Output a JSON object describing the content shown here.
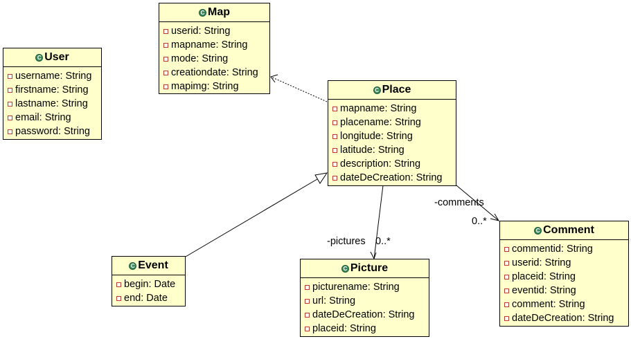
{
  "classes": {
    "map": {
      "name": "Map",
      "attributes": [
        "userid: String",
        "mapname: String",
        "mode: String",
        "creationdate: String",
        "mapimg: String"
      ]
    },
    "user": {
      "name": "User",
      "attributes": [
        "username: String",
        "firstname: String",
        "lastname: String",
        "email: String",
        "password: String"
      ]
    },
    "place": {
      "name": "Place",
      "attributes": [
        "mapname: String",
        "placename: String",
        "longitude: String",
        "latitude: String",
        "description: String",
        "dateDeCreation: String"
      ]
    },
    "event": {
      "name": "Event",
      "attributes": [
        "begin: Date",
        "end: Date"
      ]
    },
    "picture": {
      "name": "Picture",
      "attributes": [
        "picturename: String",
        "url: String",
        "dateDeCreation: String",
        "placeid: String"
      ]
    },
    "comment": {
      "name": "Comment",
      "attributes": [
        "commentid: String",
        "userid: String",
        "placeid: String",
        "eventid: String",
        "comment: String",
        "dateDeCreation: String"
      ]
    }
  },
  "associations": {
    "comments": {
      "role": "-comments",
      "multiplicity": "0..*"
    },
    "pictures": {
      "role": "-pictures",
      "multiplicity": "0..*"
    }
  }
}
